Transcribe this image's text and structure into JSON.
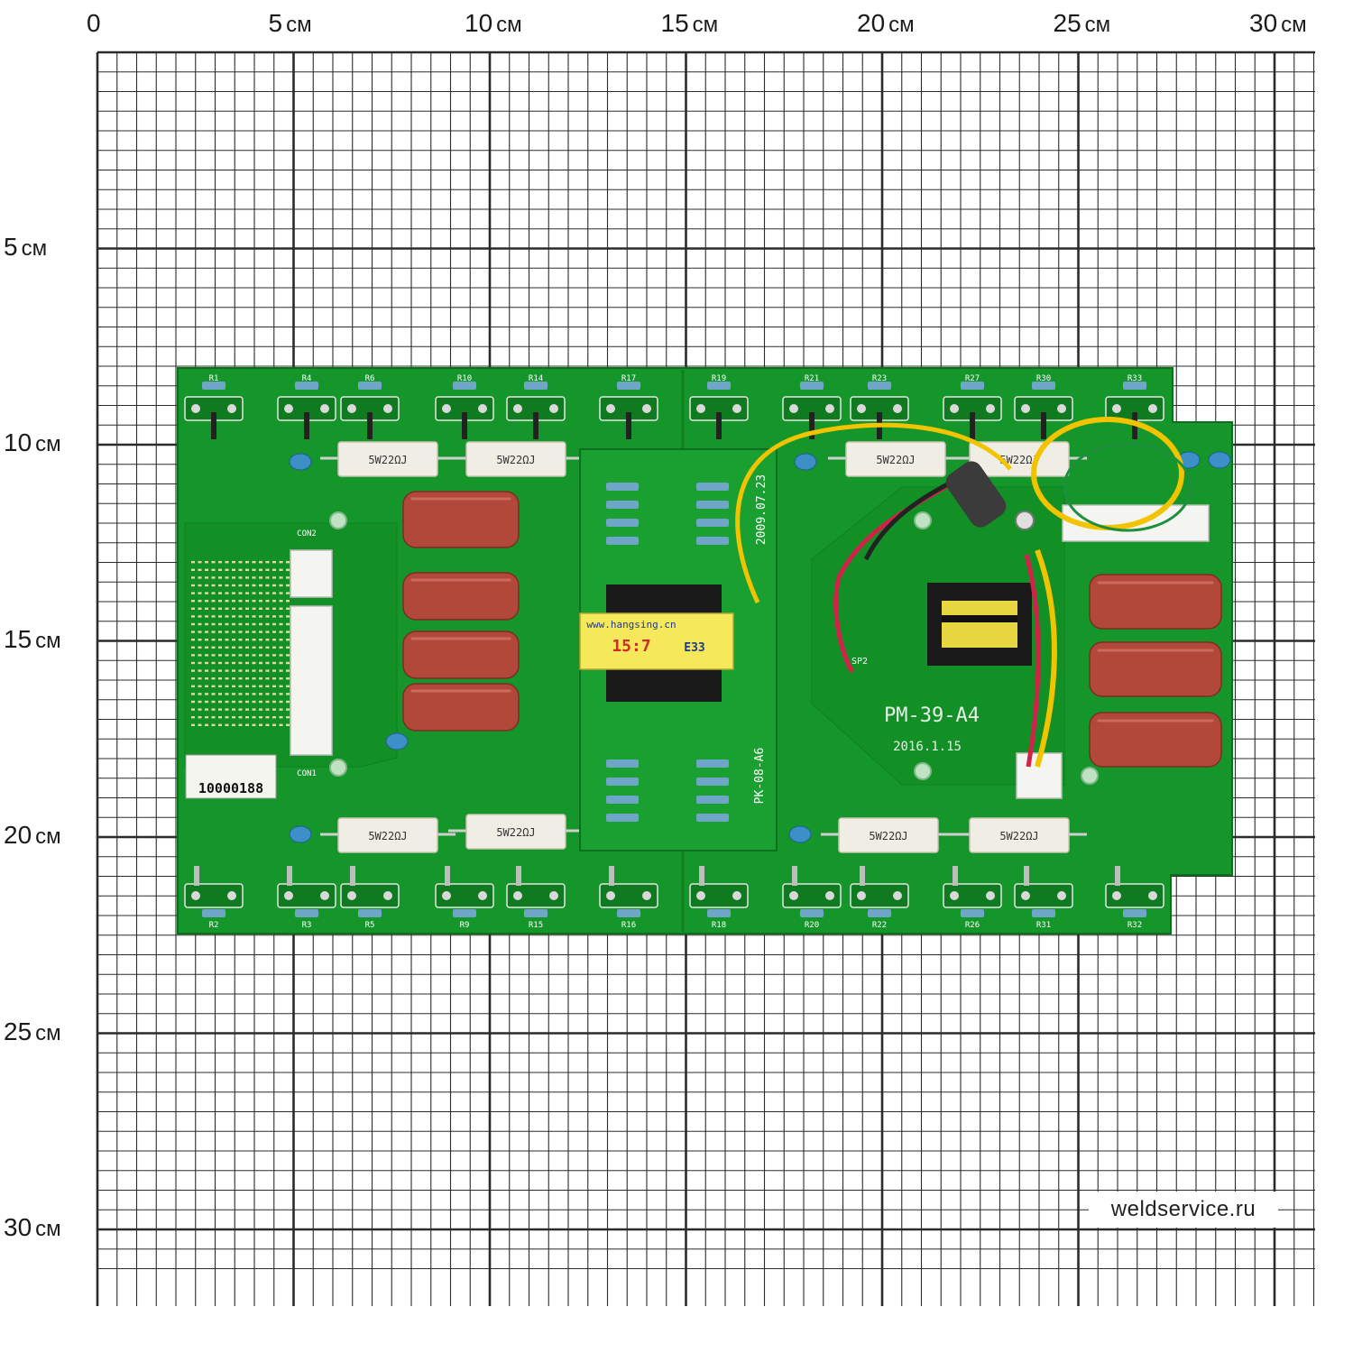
{
  "ruler": {
    "unit": "см",
    "x_labels": [
      "0",
      "5",
      "10",
      "15",
      "20",
      "25",
      "30"
    ],
    "y_labels": [
      "5",
      "10",
      "15",
      "20",
      "25",
      "30"
    ]
  },
  "board": {
    "model": "PM-39-A4",
    "date": "2016.1.15",
    "sub_board_model": "PK-08-A6",
    "sub_board_date": "2009.07.23",
    "transformer_brand": "www.hangsing.cn",
    "transformer_core": "E33",
    "transformer_ratio": "15:7",
    "resistor_marking": "5W22ΩJ",
    "resistor_marking_alt": "5W22ΩJ",
    "serial_sticker": "10000188",
    "connector_labels": [
      "CON1",
      "CON2"
    ],
    "test_point": "SP2",
    "top_refs": [
      "R1",
      "R4",
      "R6",
      "R10",
      "R14",
      "R17",
      "R19",
      "R21",
      "R23",
      "R27",
      "R30",
      "R33"
    ],
    "bottom_refs": [
      "R2",
      "R3",
      "R5",
      "R9",
      "R15",
      "R16",
      "R18",
      "R20",
      "R22",
      "R26",
      "R31",
      "R32"
    ],
    "colors": {
      "pcb_green": "#15962a",
      "capacitor_red": "#b2483a",
      "resistor_white": "#f0ede4",
      "wire_yellow": "#f2c400",
      "wire_red": "#d2224a",
      "grid_line": "#2b2b2b"
    }
  },
  "watermark": "weldservice.ru"
}
